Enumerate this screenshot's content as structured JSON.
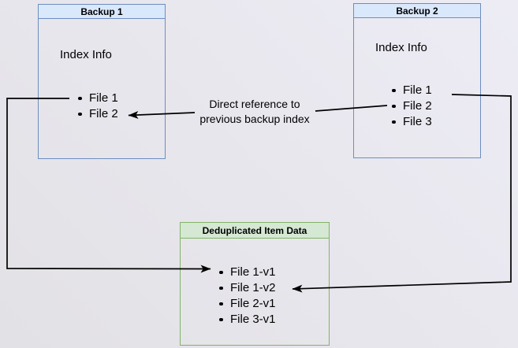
{
  "colors": {
    "bg_from": "#e2e1e5",
    "bg_to": "#edecf5",
    "blue_fill": "#dae8fc",
    "blue_border": "#6c8ebf",
    "green_fill": "#d5e8d4",
    "green_border": "#82b366",
    "line": "#000000"
  },
  "backup1": {
    "title": "Backup 1",
    "subtitle": "Index Info",
    "files": [
      "File 1",
      "File 2"
    ]
  },
  "backup2": {
    "title": "Backup 2",
    "subtitle": "Index Info",
    "files": [
      "File 1",
      "File 2",
      "File 3"
    ]
  },
  "dedup": {
    "title": "Deduplicated Item Data",
    "files": [
      "File 1-v1",
      "File 1-v2",
      "File 2-v1",
      "File 3-v1"
    ]
  },
  "annotation": {
    "line1": "Direct reference to",
    "line2": "previous backup index"
  }
}
